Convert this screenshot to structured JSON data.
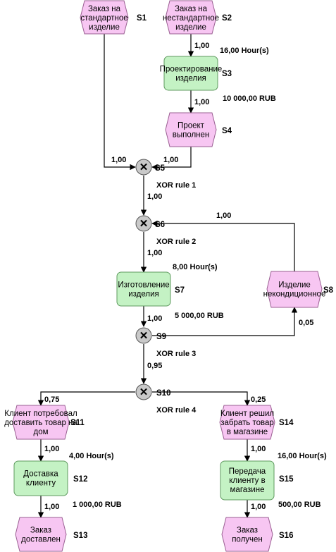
{
  "colors": {
    "event_fill": "#f7c6f2",
    "event_stroke": "#9a5f92",
    "function_fill": "#c4f2c4",
    "function_stroke": "#5f9a5f",
    "gateway_fill": "#c9c9c9",
    "line": "#000000"
  },
  "events": {
    "s1": {
      "label": "Заказ на стандартное изделие",
      "id": "S1"
    },
    "s2": {
      "label": "Заказ на нестандартное изделие",
      "id": "S2"
    },
    "s4": {
      "label": "Проект выполнен",
      "id": "S4"
    },
    "s8": {
      "label": "Изделие некондиционное",
      "id": "S8"
    },
    "s11": {
      "label": "Клиент потребовал доставить товар на дом",
      "id": "S11"
    },
    "s13": {
      "label": "Заказ доставлен",
      "id": "S13"
    },
    "s14": {
      "label": "Клиент решил забрать товар в магазине",
      "id": "S14"
    },
    "s16": {
      "label": "Заказ получен",
      "id": "S16"
    }
  },
  "functions": {
    "s3": {
      "label": "Проектирование изделия",
      "id": "S3",
      "time": "16,00 Hour(s)",
      "cost": "10 000,00 RUB"
    },
    "s7": {
      "label": "Изготовление изделия",
      "id": "S7",
      "time": "8,00 Hour(s)",
      "cost": "5 000,00 RUB"
    },
    "s12": {
      "label": "Доставка клиенту",
      "id": "S12",
      "time": "4,00 Hour(s)",
      "cost": "1 000,00 RUB"
    },
    "s15": {
      "label": "Передача клиенту в магазине",
      "id": "S15",
      "time": "16,00 Hour(s)",
      "cost": "500,00 RUB"
    }
  },
  "gateways": {
    "s5": {
      "id": "S5",
      "rule": "XOR rule 1",
      "symbol": "✕"
    },
    "s6": {
      "id": "S6",
      "rule": "XOR rule 2",
      "symbol": "✕"
    },
    "s9": {
      "id": "S9",
      "rule": "XOR rule 3",
      "symbol": "✕"
    },
    "s10": {
      "id": "S10",
      "rule": "XOR rule 4",
      "symbol": "✕"
    }
  },
  "edges": {
    "s2_s3": "1,00",
    "s3_s4": "1,00",
    "s1_s5": "1,00",
    "s4_s5": "1,00",
    "s5_s6": "1,00",
    "s8_s6": "1,00",
    "s6_s7": "1,00",
    "s7_s9": "1,00",
    "s9_s8": "0,05",
    "s9_s10": "0,95",
    "s10_s11": "0,75",
    "s10_s14": "0,25",
    "s11_s12": "1,00",
    "s12_s13": "1,00",
    "s14_s15": "1,00",
    "s15_s16": "1,00"
  }
}
